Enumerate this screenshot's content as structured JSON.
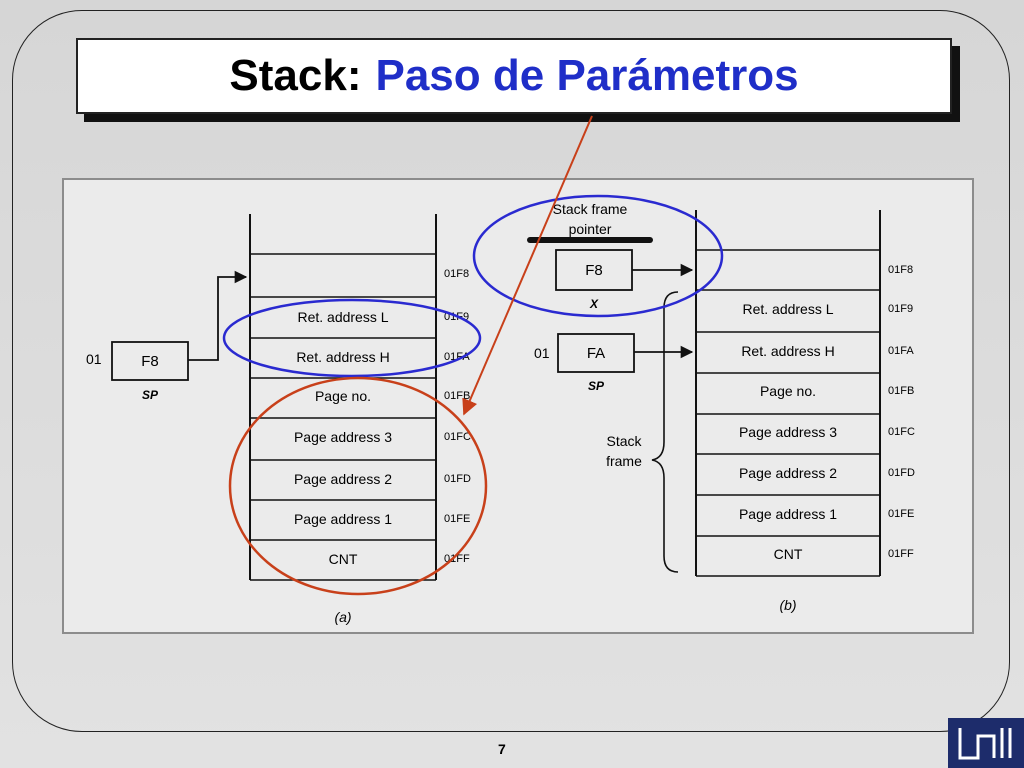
{
  "title": {
    "part1": "Stack:",
    "part2": "Paso de Parámetros"
  },
  "page_number": "7",
  "colors": {
    "title_accent": "#1f2ec8",
    "highlight_blue": "#2a2ad0",
    "highlight_red": "#c8401a",
    "logo": "#1d2c6b"
  },
  "diagram_a": {
    "caption": "(a)",
    "register_prefix": "01",
    "register_value": "F8",
    "register_label": "SP",
    "rows": [
      {
        "cell": "",
        "address": "01F8"
      },
      {
        "cell": "Ret. address L",
        "address": "01F9"
      },
      {
        "cell": "Ret. address H",
        "address": "01FA"
      },
      {
        "cell": "Page no.",
        "address": "01FB"
      },
      {
        "cell": "Page address 3",
        "address": "01FC"
      },
      {
        "cell": "Page address 2",
        "address": "01FD"
      },
      {
        "cell": "Page address 1",
        "address": "01FE"
      },
      {
        "cell": "CNT",
        "address": "01FF"
      }
    ]
  },
  "diagram_b": {
    "caption": "(b)",
    "pointer_label_line1": "Stack frame",
    "pointer_label_line2": "pointer",
    "pointer_value": "F8",
    "pointer_register_label": "X",
    "register_prefix": "01",
    "register_value": "FA",
    "register_label": "SP",
    "frame_label_line1": "Stack",
    "frame_label_line2": "frame",
    "rows": [
      {
        "cell": "",
        "address": "01F8"
      },
      {
        "cell": "Ret. address L",
        "address": "01F9"
      },
      {
        "cell": "Ret. address H",
        "address": "01FA"
      },
      {
        "cell": "Page no.",
        "address": "01FB"
      },
      {
        "cell": "Page address 3",
        "address": "01FC"
      },
      {
        "cell": "Page address 2",
        "address": "01FD"
      },
      {
        "cell": "Page address 1",
        "address": "01FE"
      },
      {
        "cell": "CNT",
        "address": "01FF"
      }
    ]
  }
}
